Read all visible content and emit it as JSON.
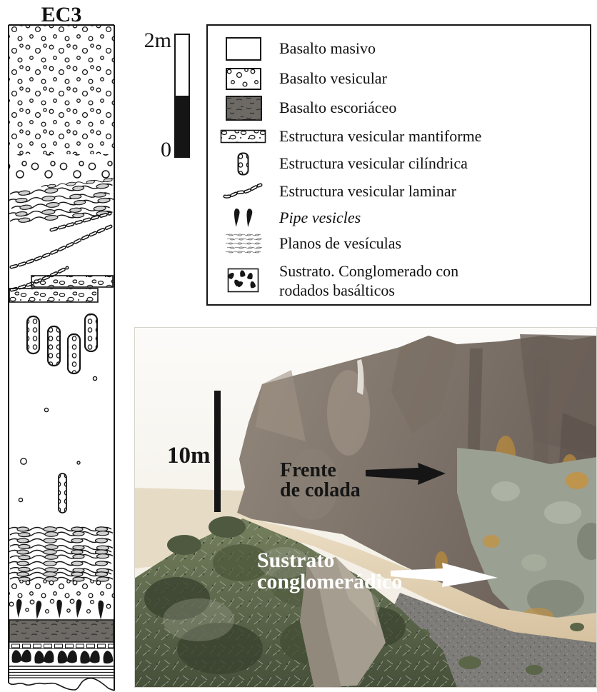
{
  "figure_type": "stratigraphic column with legend and outcrop photo",
  "column": {
    "title": "EC3",
    "scale_bar": {
      "top_label": "2m",
      "bottom_label": "0"
    },
    "units_top_to_bottom": [
      "Basalto vesicular",
      "Planos de vesículas",
      "Estructura vesicular laminar",
      "Estructura vesicular mantiforme (dos bandas)",
      "Estructura vesicular cilíndrica (cuatro cilindros)",
      "Basalto masivo con vesículas aisladas",
      "Estructura vesicular cilíndrica (cilindro aislado)",
      "Planos de vesículas",
      "Basalto vesicular con pipe vesicles",
      "Basalto escoriáceo",
      "Sustrato. Conglomerado con rodados basálticos"
    ]
  },
  "legend": {
    "items": [
      {
        "label": "Basalto masivo",
        "symbol": "basalto-masivo"
      },
      {
        "label": "Basalto vesicular",
        "symbol": "basalto-vesicular"
      },
      {
        "label": "Basalto escoriáceo",
        "symbol": "basalto-escoriaceo"
      },
      {
        "label": "Estructura vesicular mantiforme",
        "symbol": "estructura-vesicular-mantiforme"
      },
      {
        "label": "Estructura vesicular cilíndrica",
        "symbol": "estructura-vesicular-cilindrica"
      },
      {
        "label": "Estructura vesicular laminar",
        "symbol": "estructura-vesicular-laminar"
      },
      {
        "label": "Pipe vesicles",
        "symbol": "pipe-vesicles",
        "italic": true
      },
      {
        "label": "Planos de vesículas",
        "symbol": "planos-de-vesiculas"
      },
      {
        "label": "Sustrato. Conglomerado con",
        "label2": "rodados basálticos",
        "symbol": "sustrato-conglomerado"
      }
    ]
  },
  "photo": {
    "scale_label": "10m",
    "annotation_frente": {
      "line1": "Frente",
      "line2": "de colada",
      "arrow_color": "#151515"
    },
    "annotation_sustrato": {
      "line1": "Sustrato",
      "line2": "conglomerádico",
      "arrow_color": "#ffffff"
    }
  },
  "colors": {
    "ink": "#161616",
    "escoriaceo_gray": "#6d6a66",
    "scale_bar_black": "#151515",
    "photo_pale_band": "#e0cfb2",
    "photo_scree": "#7d7c79",
    "photo_vegetation": "#5c664a",
    "photo_cliff": "#7d7268",
    "photo_lichen_orange": "#c08a3c"
  }
}
